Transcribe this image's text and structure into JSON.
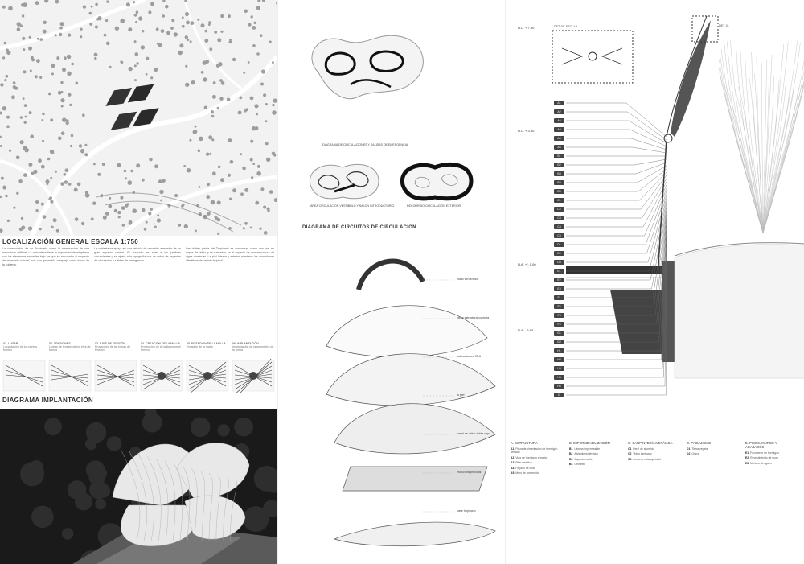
{
  "panel1": {
    "map_title": "LOCALIZACIÓN GENERAL ESCALA 1:750",
    "intro_col1": "La construcción de un Tropicario como la construcción de una naturaleza artificial. La naturaleza tiene la capacidad de adaptarse con los elementos naturales bajo los que se encuentra al respecto del elemento natural, con una geometría compleja como forma de la cubierta.",
    "intro_col2": "La cubierta se apoya en una retícula de recorrido alrededor de un gran espacio central. El conjunto se abre a los jardines circundantes y se ajusta a la topografía con un orden de espacios de circulación y salidas de emergencia.",
    "intro_col3": "Las dobles pieles del Tropicario se conforman como una piel en capas de vidrio y se trasladan en el espacio de una estructura de vigas continuas. La piel interior y exterior mantiene las condiciones climáticas del recinto tropical.",
    "steps": [
      {
        "num": "01.",
        "title": "LUGAR",
        "sub": "Localización de los puntos fuertes"
      },
      {
        "num": "02.",
        "title": "TENSIONES",
        "sub": "Líneas de tensión de los ejes de fuerza"
      },
      {
        "num": "03.",
        "title": "EJES DE TENSIÓN",
        "sub": "Proyección de las líneas de tensión"
      },
      {
        "num": "04.",
        "title": "CREACIÓN DE LA MALLA",
        "sub": "Proyección de la malla sobre el terreno"
      },
      {
        "num": "05.",
        "title": "ROTACIÓN DE LA MALLA",
        "sub": "Rotación de la malla"
      },
      {
        "num": "06.",
        "title": "IMPLANTACIÓN",
        "sub": "Implantación de la geometría de la forma"
      }
    ],
    "diagram_title": "DIAGRAMA IMPLANTACIÓN"
  },
  "panel2": {
    "circ_caption_1": "DIAGRAMA DE CIRCULACIONES Y SALIDAS DE EMERGENCIA",
    "circ_caption_2": "ÁREA CIRCULACIÓN VESTÍBULO Y SALÓN INTRODUCTORIO",
    "circ_caption_3": "RECORRIDO CIRCULACIÓN EXTERIOR",
    "circuits_title": "DIAGRAMA DE CIRCUITOS DE CIRCULACIÓN",
    "explode_labels": [
      "vidrio verde/color",
      "pieza estructural cubierta",
      "subestructura 3T-5",
      "la piel",
      "panel de vidrio doble capa",
      "estructura principal",
      "base tropicario"
    ]
  },
  "panel3": {
    "levels": [
      "N.C. + 7.90",
      "N.C. + 3.90",
      "N.A. +/- 0.00",
      "N.A. - 3.90"
    ],
    "detail_labels": [
      "DET. 01. ESC. 1:5",
      "DET. 01"
    ],
    "codes": [
      "A1",
      "A2",
      "A3",
      "A4",
      "A5",
      "A6",
      "B1",
      "B2",
      "B3",
      "B4",
      "B5",
      "C1",
      "C2",
      "C3",
      "C4",
      "C5",
      "D1",
      "D2",
      "D3",
      "E1",
      "E2",
      "E3",
      "F1",
      "F2",
      "F3",
      "F4",
      "G1",
      "G2",
      "H1",
      "H2",
      "H3",
      "H4",
      "H5",
      "I1"
    ],
    "legend": [
      {
        "title": "A. ESTRUCTURA",
        "items": [
          {
            "code": "A1",
            "text": "Pieza de cimentación de hormigón armado"
          },
          {
            "code": "A2",
            "text": "Viga de hormigón armado"
          },
          {
            "code": "A3",
            "text": "Pilar metálico"
          },
          {
            "code": "A4",
            "text": "Forjado de losa"
          },
          {
            "code": "A5",
            "text": "Muro de contención"
          }
        ]
      },
      {
        "title": "B. IMPERMEABILIZACIÓN",
        "items": [
          {
            "code": "B1",
            "text": "Lámina impermeable"
          },
          {
            "code": "B2",
            "text": "Aislamiento térmico"
          },
          {
            "code": "B3",
            "text": "Capa drenante"
          },
          {
            "code": "B4",
            "text": "Geotextil"
          }
        ]
      },
      {
        "title": "C. CARPINTERÍA METÁLICA",
        "items": [
          {
            "code": "C1",
            "text": "Perfil de aluminio"
          },
          {
            "code": "C2",
            "text": "Vidrio laminado"
          },
          {
            "code": "C3",
            "text": "Junta de estanqueidad"
          }
        ]
      },
      {
        "title": "D. PAISAJISMO",
        "items": [
          {
            "code": "D1",
            "text": "Tierra vegetal"
          },
          {
            "code": "D2",
            "text": "Grava"
          }
        ]
      },
      {
        "title": "E. PISOS, MUROS Y ACABADOS",
        "items": [
          {
            "code": "E1",
            "text": "Pavimento de hormigón"
          },
          {
            "code": "E2",
            "text": "Revestimiento de muro"
          },
          {
            "code": "E3",
            "text": "Mortero de agarre"
          }
        ]
      }
    ]
  }
}
